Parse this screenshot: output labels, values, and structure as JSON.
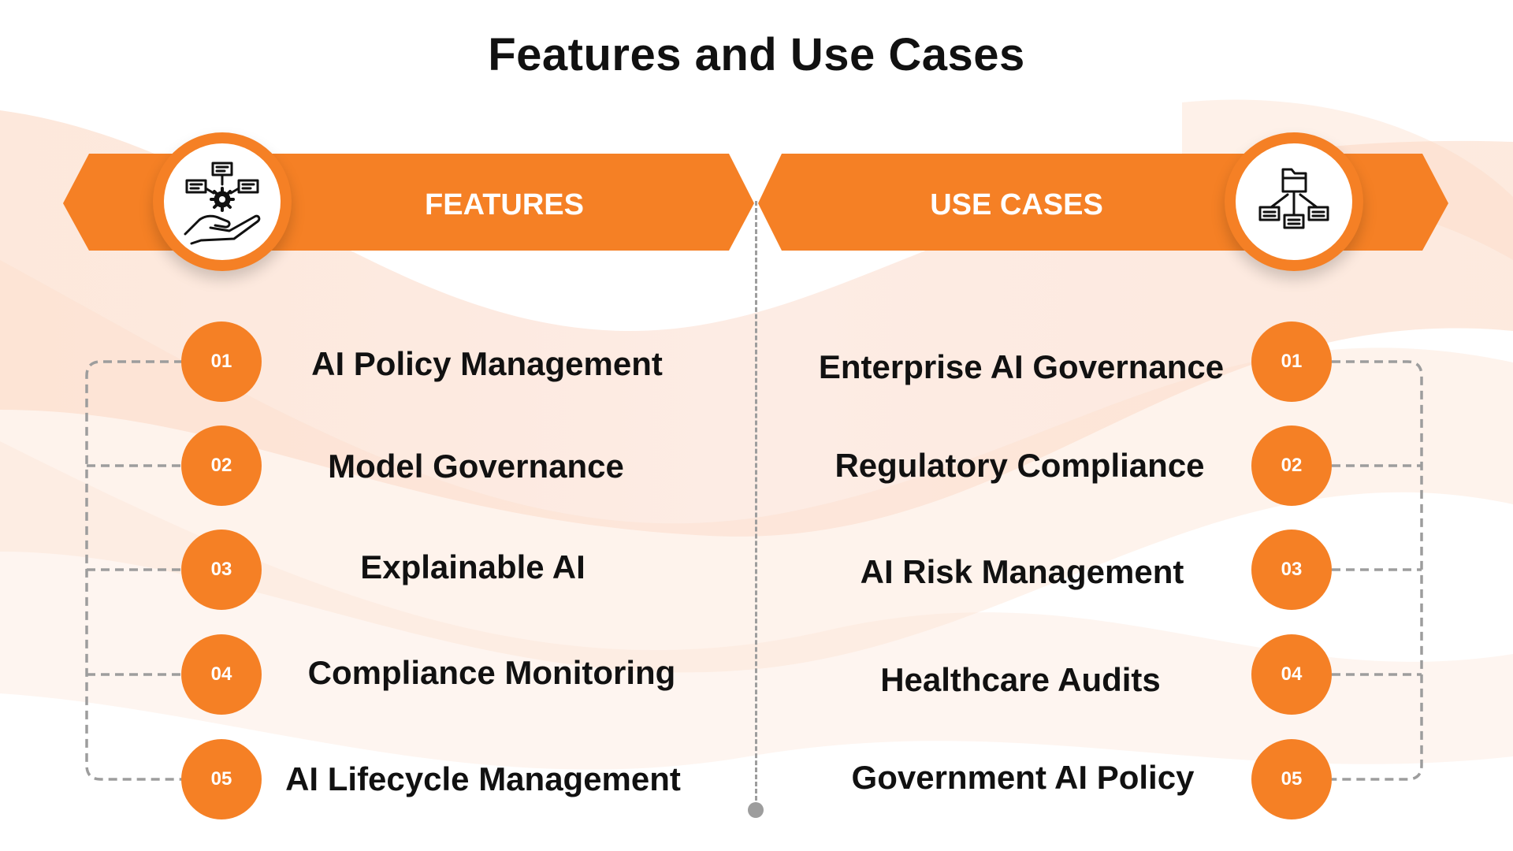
{
  "title": "Features and Use Cases",
  "colors": {
    "accent": "#f58025",
    "connector": "#9d9d9d",
    "text": "#111111"
  },
  "features": {
    "heading": "FEATURES",
    "icon": "hand-gear-network-icon",
    "items": [
      {
        "number": "01",
        "label": "AI Policy Management"
      },
      {
        "number": "02",
        "label": "Model Governance"
      },
      {
        "number": "03",
        "label": "Explainable AI"
      },
      {
        "number": "04",
        "label": "Compliance Monitoring"
      },
      {
        "number": "05",
        "label": "AI Lifecycle Management"
      }
    ]
  },
  "use_cases": {
    "heading": "USE CASES",
    "icon": "folder-hierarchy-icon",
    "items": [
      {
        "number": "01",
        "label": "Enterprise AI Governance"
      },
      {
        "number": "02",
        "label": "Regulatory Compliance"
      },
      {
        "number": "03",
        "label": "AI Risk Management"
      },
      {
        "number": "04",
        "label": "Healthcare Audits"
      },
      {
        "number": "05",
        "label": "Government AI Policy"
      }
    ]
  }
}
